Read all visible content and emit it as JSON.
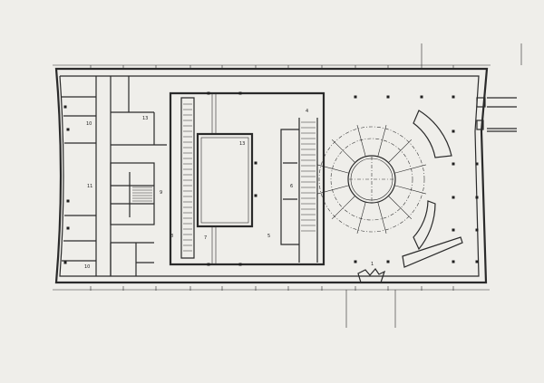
{
  "drawing": {
    "type": "architectural floor plan",
    "room_labels": [
      {
        "id": "1",
        "text": "1"
      },
      {
        "id": "4",
        "text": "4"
      },
      {
        "id": "5",
        "text": "5"
      },
      {
        "id": "6",
        "text": "6"
      },
      {
        "id": "7",
        "text": "7"
      },
      {
        "id": "8",
        "text": "8"
      },
      {
        "id": "9",
        "text": "9"
      },
      {
        "id": "10a",
        "text": "10"
      },
      {
        "id": "10b",
        "text": "10"
      },
      {
        "id": "11",
        "text": "11"
      },
      {
        "id": "13a",
        "text": "13"
      },
      {
        "id": "13b",
        "text": "13"
      }
    ]
  },
  "colors": {
    "paper": "#efeeea",
    "ink": "#2a2a2a"
  }
}
